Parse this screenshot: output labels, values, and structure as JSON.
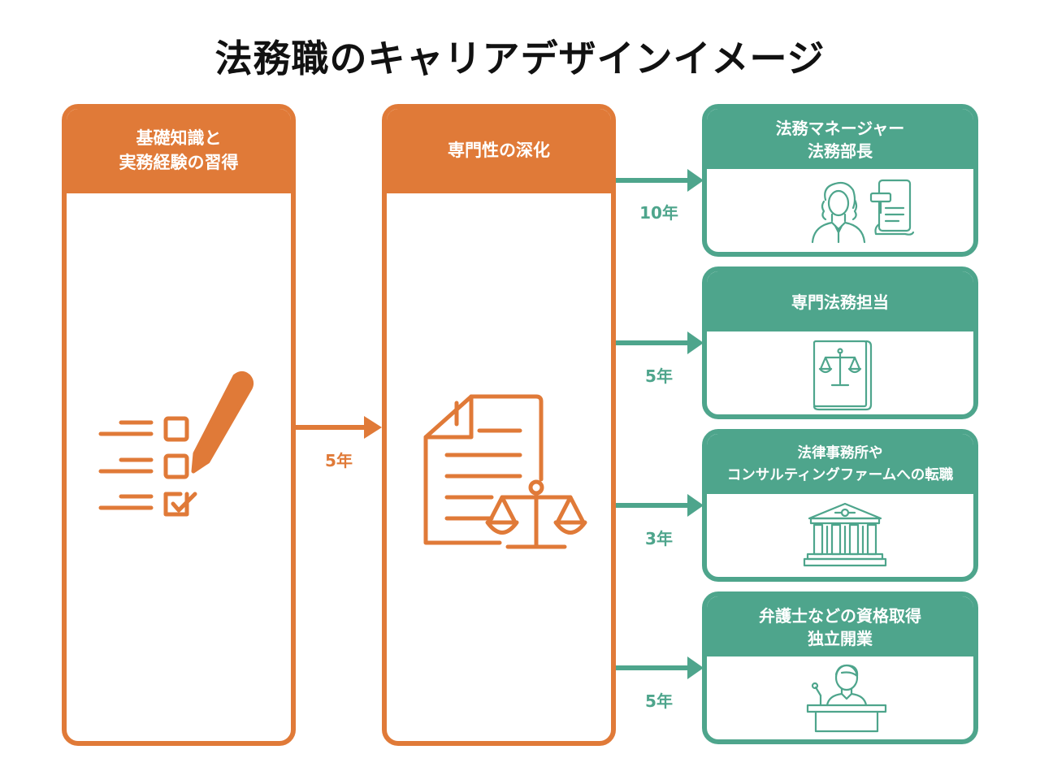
{
  "title": "法務職のキャリアデザインイメージ",
  "colors": {
    "orange": "#e07a38",
    "green": "#4ea58c"
  },
  "stages": [
    {
      "line1": "基礎知識と",
      "line2": "実務経験の習得",
      "icon": "checklist-pencil-icon"
    },
    {
      "line1": "専門性の深化",
      "icon": "legal-document-scales-icon"
    }
  ],
  "stage_transition": {
    "years": "5年"
  },
  "outcomes": [
    {
      "line1": "法務マネージャー",
      "line2": "法務部長",
      "years": "10年",
      "icon": "judge-gavel-icon"
    },
    {
      "line1": "専門法務担当",
      "years": "5年",
      "icon": "law-book-scales-icon"
    },
    {
      "line1": "法律事務所や",
      "line2": "コンサルティングファームへの転職",
      "years": "3年",
      "icon": "courthouse-icon"
    },
    {
      "line1": "弁護士などの資格取得",
      "line2": "独立開業",
      "years": "5年",
      "icon": "lawyer-podium-icon"
    }
  ]
}
